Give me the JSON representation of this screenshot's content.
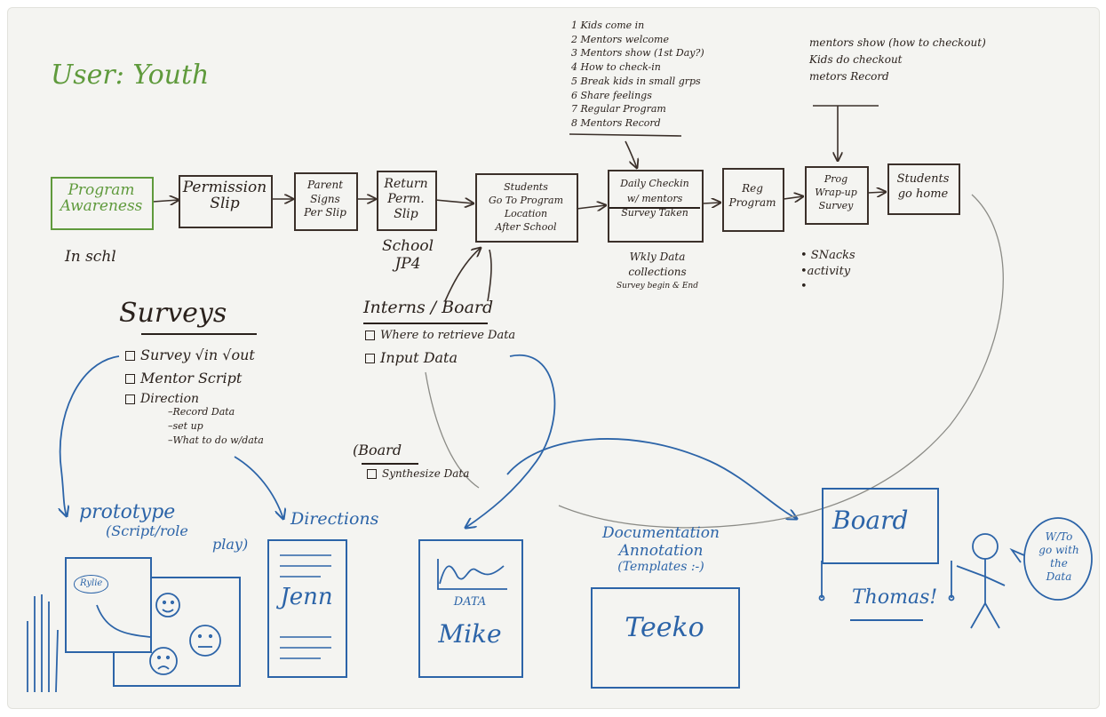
{
  "title": "User: Youth",
  "flow": {
    "program_awareness": [
      "Program",
      "Awareness"
    ],
    "in_school": "In schl",
    "permission_slip": [
      "Permission",
      "Slip"
    ],
    "parent_signs": [
      "Parent",
      "Signs",
      "Per Slip"
    ],
    "return_slip": [
      "Return",
      "Perm.",
      "Slip"
    ],
    "school_jp4": [
      "School",
      "JP4"
    ],
    "students_go": [
      "Students",
      "Go To Program",
      "Location",
      "After School"
    ],
    "daily_checkin": [
      "Daily Checkin",
      "w/ mentors",
      "Survey Taken"
    ],
    "wkly_data": [
      "Wkly Data",
      "collections",
      "Survey begin & End"
    ],
    "reg_program": [
      "Reg",
      "Program"
    ],
    "prog_wrapup": [
      "Prog",
      "Wrap-up",
      "Survey"
    ],
    "snacks": [
      "• SNacks",
      "•activity",
      "•"
    ],
    "students_home": [
      "Students",
      "go home"
    ]
  },
  "checkin_list": [
    "1 Kids come in",
    "2 Mentors welcome",
    "3 Mentors show (1st Day?)",
    "4 How to check-in",
    "5 Break kids in small grps",
    "6 Share feelings",
    "7 Regular Program",
    "8 Mentors Record"
  ],
  "checkout_list": [
    "mentors show (how to checkout)",
    "Kids do checkout",
    "metors Record"
  ],
  "surveys": {
    "heading": "Surveys",
    "items": [
      "Survey √in √out",
      "Mentor Script",
      "Direction"
    ],
    "subitems": [
      "–Record Data",
      "–set up",
      "–What to do w/data"
    ]
  },
  "interns": {
    "heading": "Interns / Board",
    "items": [
      "Where to retrieve Data",
      "Input Data"
    ]
  },
  "board_task": {
    "heading": "Board",
    "item": "Synthesize Data"
  },
  "sketches": {
    "prototype": [
      "prototype",
      "(Script/role",
      "play)"
    ],
    "roles_tag": "Rylie",
    "directions": "Directions",
    "jenn": "Jenn",
    "data_label": "DATA",
    "mike": "Mike",
    "documentation": [
      "Documentation",
      "Annotation",
      "(Templates :-)"
    ],
    "teeko": "Teeko",
    "board": "Board",
    "thomas": "Thomas!",
    "speech": [
      "W/To",
      "go with",
      "the",
      "Data"
    ]
  },
  "colors": {
    "marker_black": "#2a211c",
    "marker_green": "#5f9a3c",
    "marker_blue": "#2c64a8",
    "board": "#f4f4f1"
  }
}
